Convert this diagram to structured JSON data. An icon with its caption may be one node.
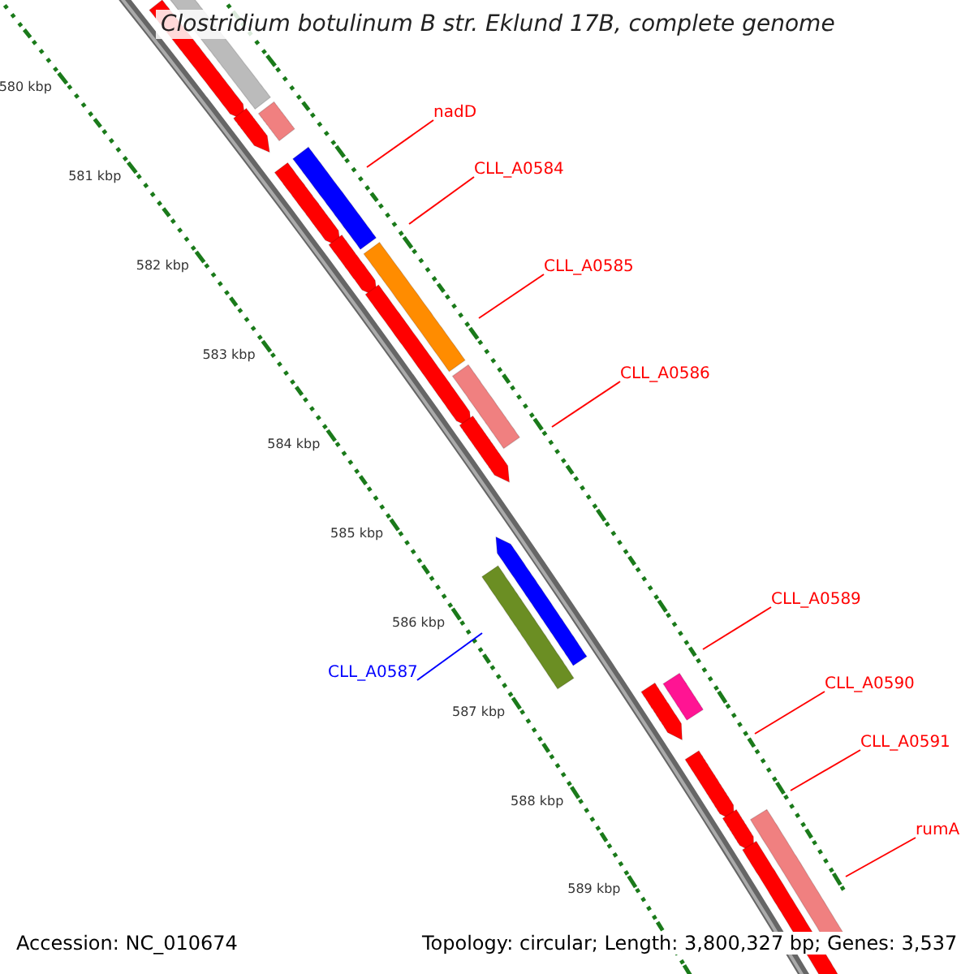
{
  "diagram": {
    "title": "Clostridium botulinum B str. Eklund 17B, complete genome",
    "nodes": [
      {
        "text": [
          "nadD"
        ]
      },
      {
        "text": [
          "CLL_A0584"
        ]
      },
      {
        "text": [
          "CLL_A0585"
        ]
      },
      {
        "text": [
          "CLL_A0586"
        ]
      },
      {
        "text": [
          "CLL_A0587"
        ]
      },
      {
        "text": [
          "CLL_A0589"
        ]
      },
      {
        "text": [
          "CLL_A0590"
        ]
      },
      {
        "text": [
          "CLL_A0591"
        ]
      },
      {
        "text": [
          "rumA"
        ]
      }
    ],
    "edges": [
      {
        "from": 0,
        "to": null,
        "arrow": "none"
      },
      {
        "from": 1,
        "to": null,
        "arrow": "none"
      },
      {
        "from": 2,
        "to": null,
        "arrow": "none"
      },
      {
        "from": 3,
        "to": null,
        "arrow": "none"
      },
      {
        "from": 4,
        "to": null,
        "arrow": "none",
        "color": "#0000ff"
      },
      {
        "from": 5,
        "to": null,
        "arrow": "none"
      },
      {
        "from": 6,
        "to": null,
        "arrow": "none"
      },
      {
        "from": 7,
        "to": null,
        "arrow": "none"
      },
      {
        "from": 8,
        "to": null,
        "arrow": "none"
      }
    ],
    "labels": [
      "580 kbp",
      "581 kbp",
      "582 kbp",
      "583 kbp",
      "584 kbp",
      "585 kbp",
      "586 kbp",
      "587 kbp",
      "588 kbp",
      "589 kbp",
      "Accession: NC_010674",
      "Topology: circular; Length: 3,800,327 bp; Genes: 3,537"
    ]
  }
}
